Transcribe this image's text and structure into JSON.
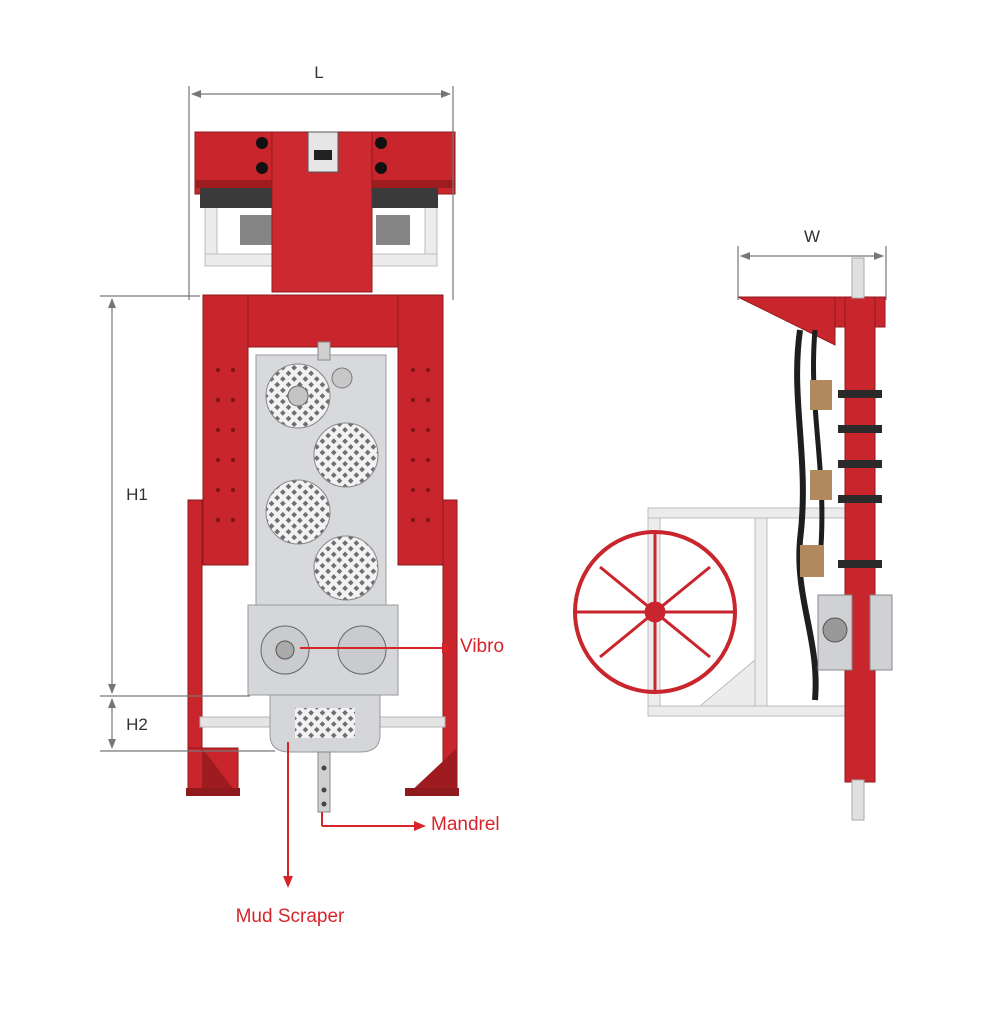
{
  "dimensions": {
    "length": "L",
    "height_main": "H1",
    "height_lower": "H2",
    "width": "W"
  },
  "callouts": {
    "vibro": "Vibro",
    "mandrel": "Mandrel",
    "mud_scraper": "Mud Scraper"
  },
  "colors": {
    "frame_red": "#c8262c",
    "frame_red_dark": "#9e1b20",
    "body_grey": "#d7d9dc",
    "white_frame": "#ebebeb",
    "callout_red": "#d7242a",
    "dim_line": "#777777"
  }
}
